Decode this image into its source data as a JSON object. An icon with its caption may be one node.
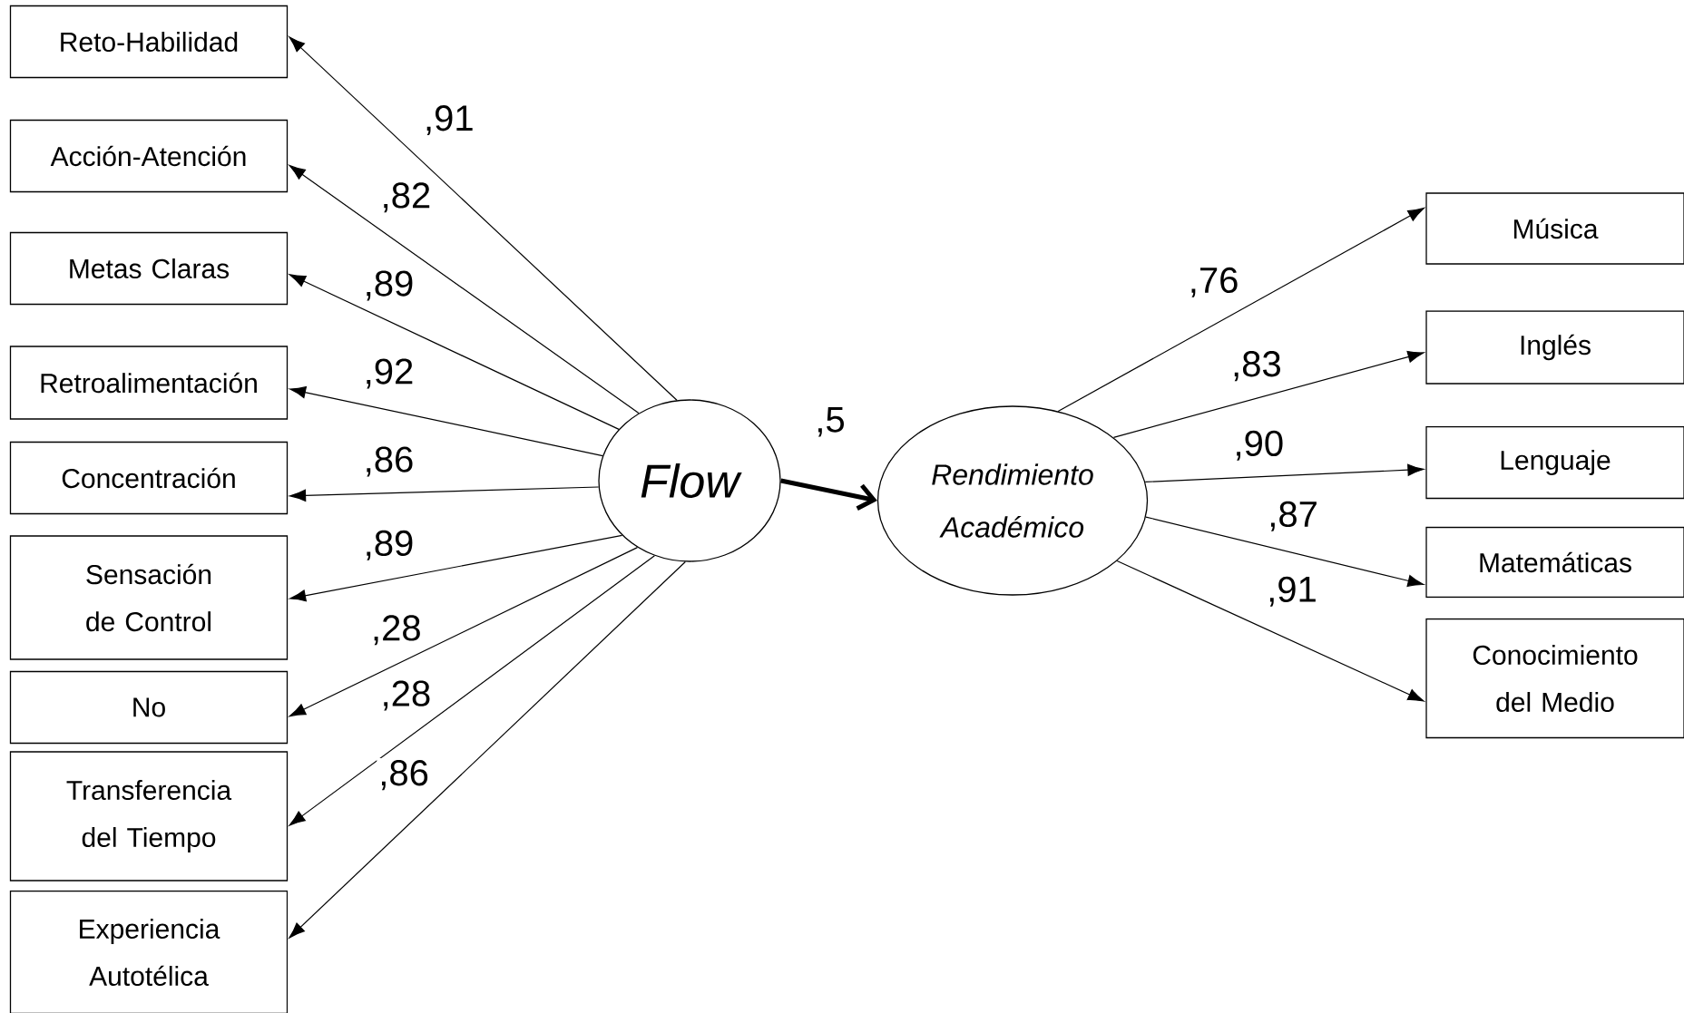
{
  "diagram": {
    "nodes": [
      {
        "text": [
          "Flow"
        ]
      },
      {
        "text": [
          "Reto-Habilidad"
        ]
      },
      {
        "text": [
          "Acción-Atención"
        ]
      },
      {
        "text": [
          "Metas Claras"
        ]
      },
      {
        "text": [
          "Retroalimentación"
        ]
      },
      {
        "text": [
          "Concentración"
        ]
      },
      {
        "text": [
          "Sensación de Control"
        ]
      },
      {
        "text": [
          "No"
        ]
      },
      {
        "text": [
          "Transferencia del Tiempo"
        ]
      },
      {
        "text": [
          "Experiencia Autotélica"
        ]
      },
      {
        "text": [
          "Rendimiento Académico"
        ]
      },
      {
        "text": [
          "Música"
        ]
      },
      {
        "text": [
          "Inglés"
        ]
      },
      {
        "text": [
          "Lenguaje"
        ]
      },
      {
        "text": [
          "Matemáticas"
        ]
      },
      {
        "text": [
          "Conocimiento del Medio"
        ]
      }
    ],
    "edges": [
      {
        "from": 0,
        "to": 1,
        "arrow": "to",
        "label": ",91"
      },
      {
        "from": 0,
        "to": 2,
        "arrow": "to",
        "label": ",82"
      },
      {
        "from": 0,
        "to": 3,
        "arrow": "to",
        "label": ",89"
      },
      {
        "from": 0,
        "to": 4,
        "arrow": "to",
        "label": ",92"
      },
      {
        "from": 0,
        "to": 5,
        "arrow": "to",
        "label": ",86"
      },
      {
        "from": 0,
        "to": 6,
        "arrow": "to",
        "label": ",89"
      },
      {
        "from": 0,
        "to": 7,
        "arrow": "to",
        "label": ",28"
      },
      {
        "from": 0,
        "to": 8,
        "arrow": "to",
        "label": ",28"
      },
      {
        "from": 0,
        "to": 9,
        "arrow": "to",
        "label": ",86"
      },
      {
        "from": 0,
        "to": 10,
        "arrow": "to",
        "label": ",5",
        "style": "thick"
      },
      {
        "from": 10,
        "to": 11,
        "arrow": "to",
        "label": ",76"
      },
      {
        "from": 10,
        "to": 12,
        "arrow": "to",
        "label": ",83"
      },
      {
        "from": 10,
        "to": 13,
        "arrow": "to",
        "label": ",90"
      },
      {
        "from": 10,
        "to": 14,
        "arrow": "to",
        "label": ",87"
      },
      {
        "from": 10,
        "to": 15,
        "arrow": "to",
        "label": ",91"
      }
    ]
  }
}
